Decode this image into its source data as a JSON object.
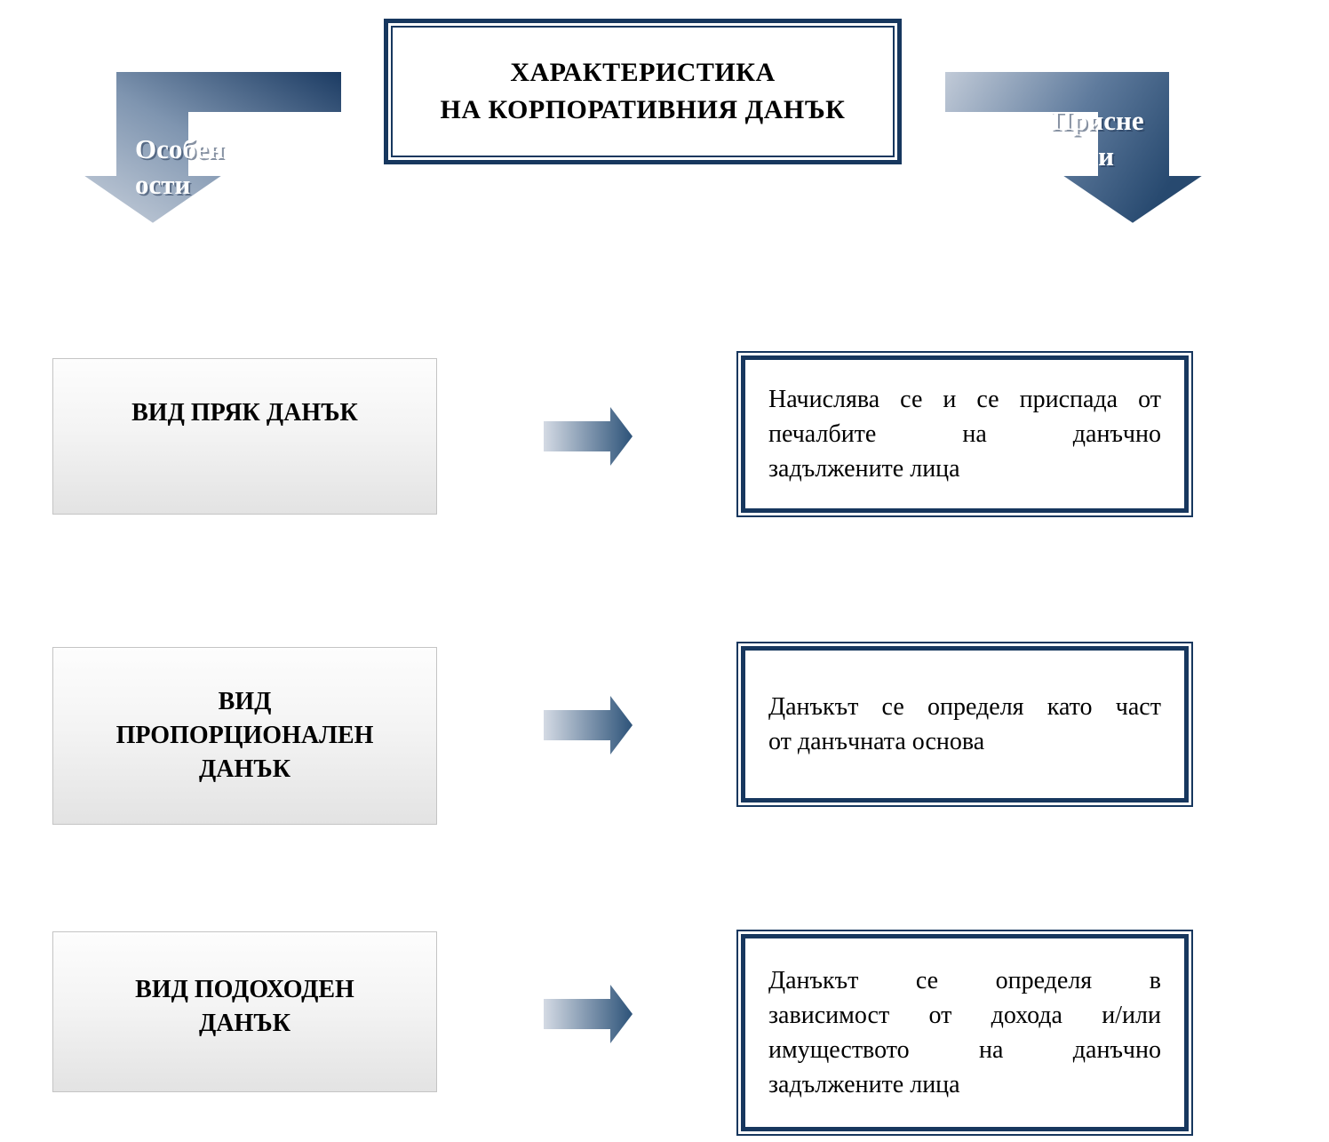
{
  "page": {
    "background": "#ffffff"
  },
  "title": {
    "lines": [
      "ХАРАКТЕРИСТИКА",
      "НА КОРПОРАТИВНИЯ ДАНЪК"
    ]
  },
  "branch_arrows": {
    "left": {
      "label_lines": [
        "Особен",
        "ости"
      ]
    },
    "right": {
      "label_lines": [
        "Присне",
        "и"
      ]
    }
  },
  "rows": [
    {
      "category": "ВИД ПРЯК ДАНЪК",
      "description": "Начислява се и се приспада от печалбите на данъчно задължените лица",
      "desc_lines": [
        "Начислява се и се приспада от",
        "печалбите на данъчно",
        "задължените лица"
      ]
    },
    {
      "category": "ВИД ПРОПОРЦИОНАЛЕН ДАНЪК",
      "description": "Данъкът се определя като част от данъчната основа",
      "desc_lines": [
        "Данъкът се определя като част",
        "от данъчната основа"
      ]
    },
    {
      "category": "ВИД ПОДОХОДЕН ДАНЪК",
      "description": "Данъкът се определя в зависимост от дохода и/или имуществото на данъчно задължените лица",
      "desc_lines": [
        "Данъкът се определя в",
        "зависимост от дохода и/или",
        "имуществото на данъчно",
        "задължените лица"
      ]
    }
  ],
  "colors": {
    "navy_border": "#17375E",
    "bent_arrow_light": "#c2cbd8",
    "bent_arrow_dark": "#1e3e66",
    "connector_light": "#ccd4e0",
    "connector_dark": "#2d5379",
    "category_box_border": "#c4c4c4",
    "category_box_top": "#fdfdfd",
    "category_box_bottom": "#e3e3e3",
    "text": "#000000",
    "arrow_label_text": "#ffffff"
  }
}
